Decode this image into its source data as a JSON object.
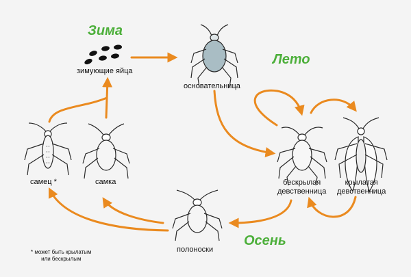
{
  "seasons": {
    "winter": "Зима",
    "summer": "Лето",
    "autumn": "Осень"
  },
  "stages": {
    "eggs": "зимующие яйца",
    "foundress": "основательница",
    "wingless_line1": "бескрылая",
    "wingless_line2": "девственница",
    "winged_line1": "крылатая",
    "winged_line2": "девственница",
    "sexupara": "полоноски",
    "female": "самка",
    "male": "самец *"
  },
  "footnote": {
    "line1": "* может быть крылатым",
    "line2": "или бескрылым"
  },
  "colors": {
    "arrow": "#ea8a1f",
    "season_text": "#4caf3a",
    "insect_stroke": "#2a2a2a",
    "foundress_fill": "#a9bdc4"
  }
}
